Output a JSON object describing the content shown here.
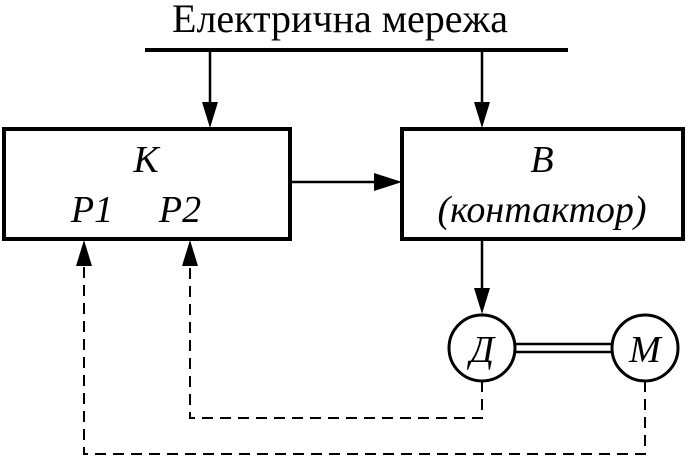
{
  "supply": {
    "label": "Електрична мережа"
  },
  "controller": {
    "label": "К",
    "input_1": "P1",
    "input_2": "P2"
  },
  "actuator": {
    "label": "В",
    "sublabel": "(контактор)"
  },
  "motor": {
    "label": "Д"
  },
  "mechanism": {
    "label": "М"
  }
}
